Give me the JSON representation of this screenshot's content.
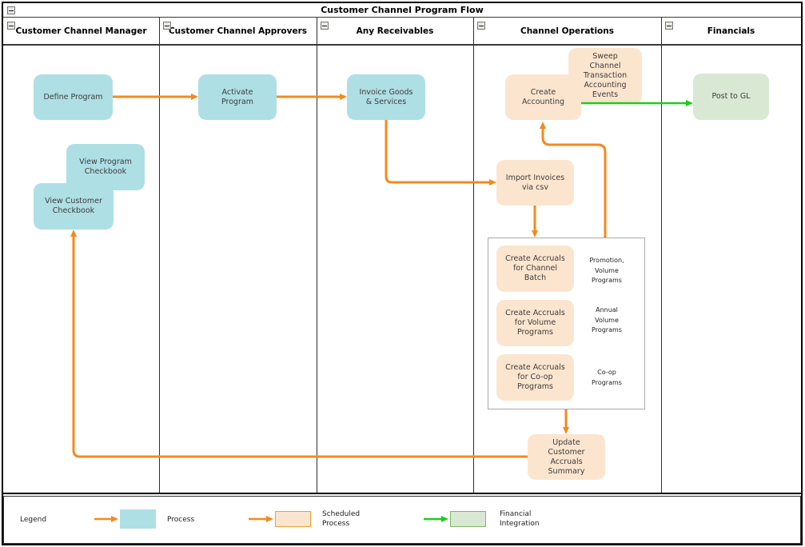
{
  "title": "Customer Channel Program Flow",
  "lanes": [
    {
      "label": "Customer Channel Manager"
    },
    {
      "label": "Customer Channel Approvers"
    },
    {
      "label": "Any Receivables"
    },
    {
      "label": "Channel Operations"
    },
    {
      "label": "Financials"
    }
  ],
  "nodes": {
    "define_program": {
      "label": "Define Program",
      "type": "process"
    },
    "view_program_checkbook": {
      "label": "View Program\nCheckbook",
      "type": "process"
    },
    "view_customer_checkbook": {
      "label": "View Customer\nCheckbook",
      "type": "process"
    },
    "activate_program": {
      "label": "Activate\nProgram",
      "type": "process"
    },
    "invoice_goods_services": {
      "label": "Invoice Goods\n& Services",
      "type": "process"
    },
    "sweep_channel_events": {
      "label": "Sweep\nChannel\nTransaction\nAccounting\nEvents",
      "type": "scheduled"
    },
    "create_accounting": {
      "label": "Create\nAccounting",
      "type": "scheduled"
    },
    "import_invoices": {
      "label": "Import Invoices\nvia csv",
      "type": "scheduled"
    },
    "accruals_channel_batch": {
      "label": "Create Accruals\nfor Channel\nBatch",
      "type": "scheduled"
    },
    "accruals_volume_programs": {
      "label": "Create Accruals\nfor Volume\nPrograms",
      "type": "scheduled"
    },
    "accruals_coop_programs": {
      "label": "Create Accruals\nfor Co-op\nPrograms",
      "type": "scheduled"
    },
    "update_customer_accruals": {
      "label": "Update\nCustomer\nAccruals\nSummary",
      "type": "scheduled"
    },
    "post_to_gl": {
      "label": "Post to GL",
      "type": "financial"
    }
  },
  "annotations": {
    "channel_batch": "Promotion,\nVolume\nPrograms",
    "volume": "Annual\nVolume\nPrograms",
    "coop": "Co-op\nPrograms"
  },
  "legend": {
    "label": "Legend",
    "items": [
      {
        "label": "Process",
        "color": "#AEDFE5"
      },
      {
        "label": "Scheduled\nProcess",
        "color": "#FCE5CE"
      },
      {
        "label": "Financial\nIntegration",
        "color": "#D9E8D3"
      }
    ]
  },
  "colors": {
    "process_fill": "#AEDFE5",
    "scheduled_fill": "#FCE5CE",
    "financial_fill": "#D9E8D3",
    "flow_arrow": "#F5891D",
    "financial_arrow": "#1BCE1B",
    "group_border": "#ABABAB"
  }
}
